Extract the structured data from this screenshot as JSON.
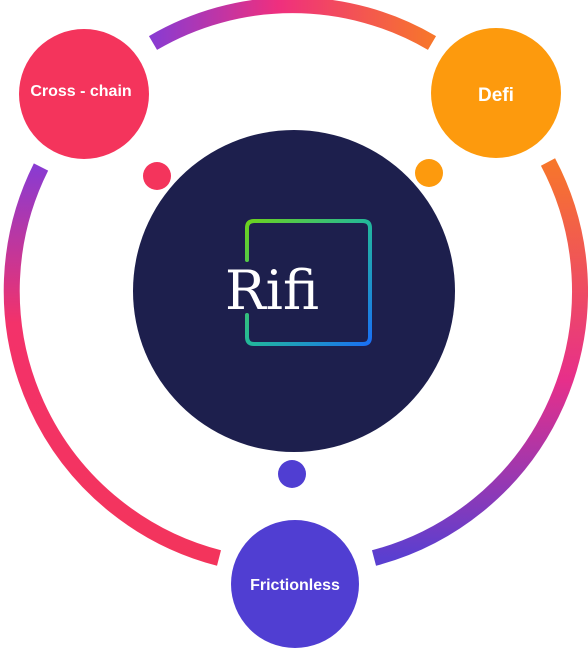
{
  "logo": {
    "text": "Rifi"
  },
  "nodes": {
    "cross_chain": {
      "label": "Cross - chain"
    },
    "defi": {
      "label": "Defi"
    },
    "frictionless": {
      "label": "Frictionless"
    }
  },
  "colors": {
    "background": "#ffffff",
    "center_circle": "#1d1f4d",
    "cross_chain": "#f4345c",
    "defi": "#fd9a0d",
    "frictionless": "#503ed2",
    "ring_purple": "#8a3bd1",
    "ring_pink": "#f0317a",
    "ring_orange": "#f7762b",
    "logo_frame_green": "#6cd21e",
    "logo_frame_blue": "#1a6ff4"
  }
}
